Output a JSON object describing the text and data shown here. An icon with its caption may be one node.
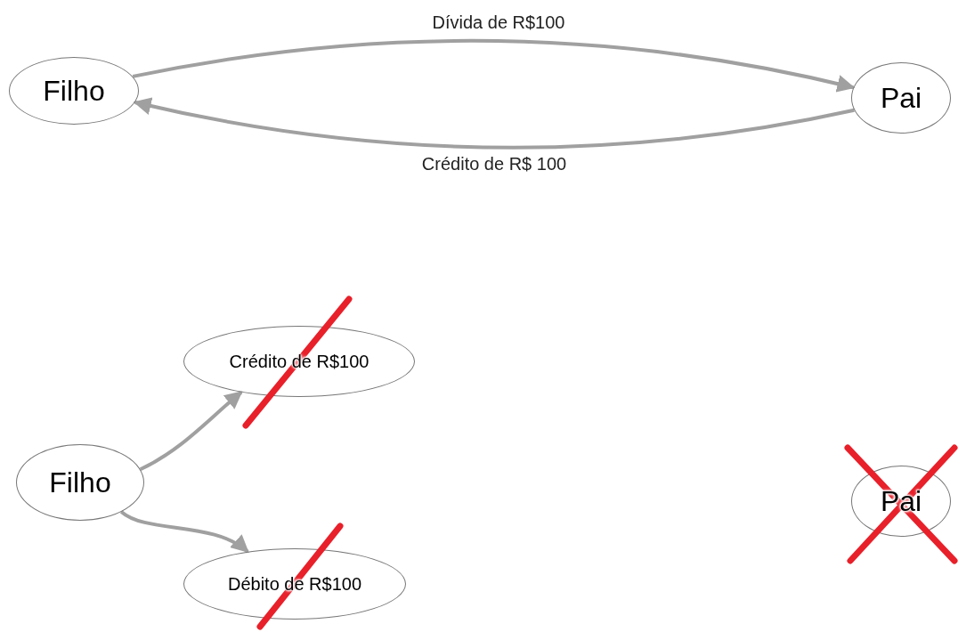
{
  "diagram": {
    "nodes": [
      {
        "text": [
          "Filho"
        ]
      },
      {
        "text": [
          "Pai"
        ]
      },
      {
        "text": [
          "Crédito de R$100"
        ]
      },
      {
        "text": [
          "Filho"
        ]
      },
      {
        "text": [
          "Débito de R$100"
        ]
      },
      {
        "text": [
          "Pai"
        ]
      }
    ],
    "edges": [
      {
        "from": 0,
        "to": 1,
        "arrow": "to",
        "label": "Dívida de R$100"
      },
      {
        "from": 1,
        "to": 0,
        "arrow": "to",
        "label": "Crédito de R$ 100"
      },
      {
        "from": 3,
        "to": 2,
        "arrow": "to"
      },
      {
        "from": 3,
        "to": 4,
        "arrow": "to"
      }
    ]
  }
}
